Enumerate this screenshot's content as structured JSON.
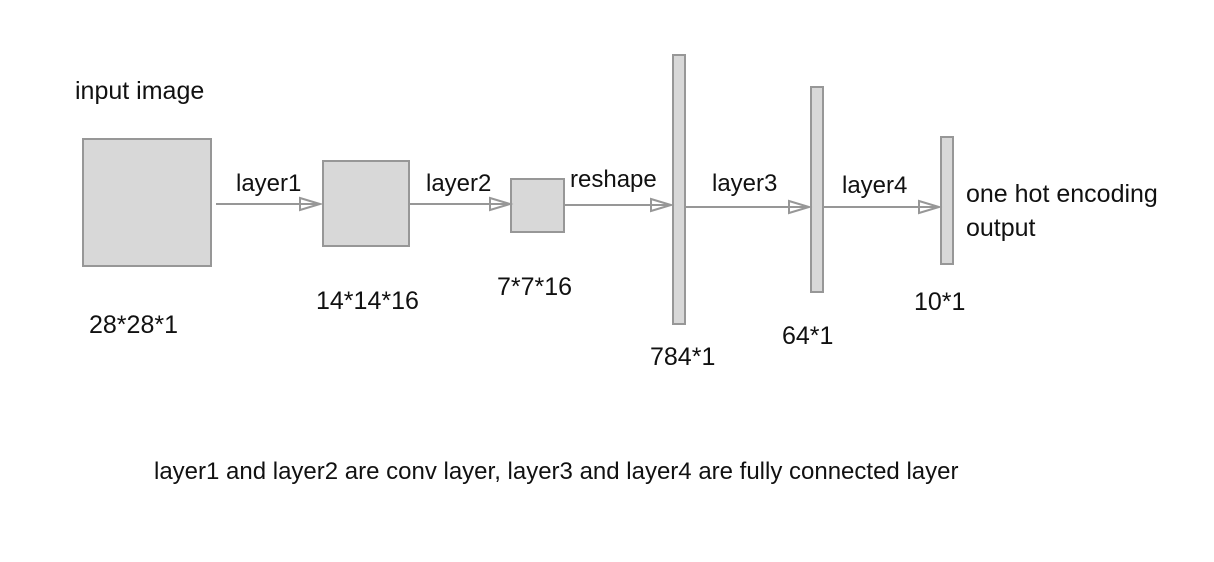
{
  "diagram": {
    "input_label": "input image",
    "nodes": [
      {
        "id": "input",
        "dim": "28*28*1"
      },
      {
        "id": "conv1",
        "dim": "14*14*16"
      },
      {
        "id": "conv2",
        "dim": "7*7*16"
      },
      {
        "id": "flat",
        "dim": "784*1"
      },
      {
        "id": "fc1",
        "dim": "64*1"
      },
      {
        "id": "out",
        "dim": "10*1"
      }
    ],
    "edges": [
      {
        "from": "input",
        "to": "conv1",
        "label": "layer1"
      },
      {
        "from": "conv1",
        "to": "conv2",
        "label": "layer2"
      },
      {
        "from": "conv2",
        "to": "flat",
        "label": "reshape"
      },
      {
        "from": "flat",
        "to": "fc1",
        "label": "layer3"
      },
      {
        "from": "fc1",
        "to": "out",
        "label": "layer4"
      }
    ],
    "output_label": [
      "one hot encoding",
      "output"
    ],
    "caption": "layer1 and layer2 are conv layer, layer3 and layer4 are fully connected layer"
  },
  "colors": {
    "node_fill": "#d8d8d8",
    "node_stroke": "#979797",
    "text": "#111111"
  }
}
